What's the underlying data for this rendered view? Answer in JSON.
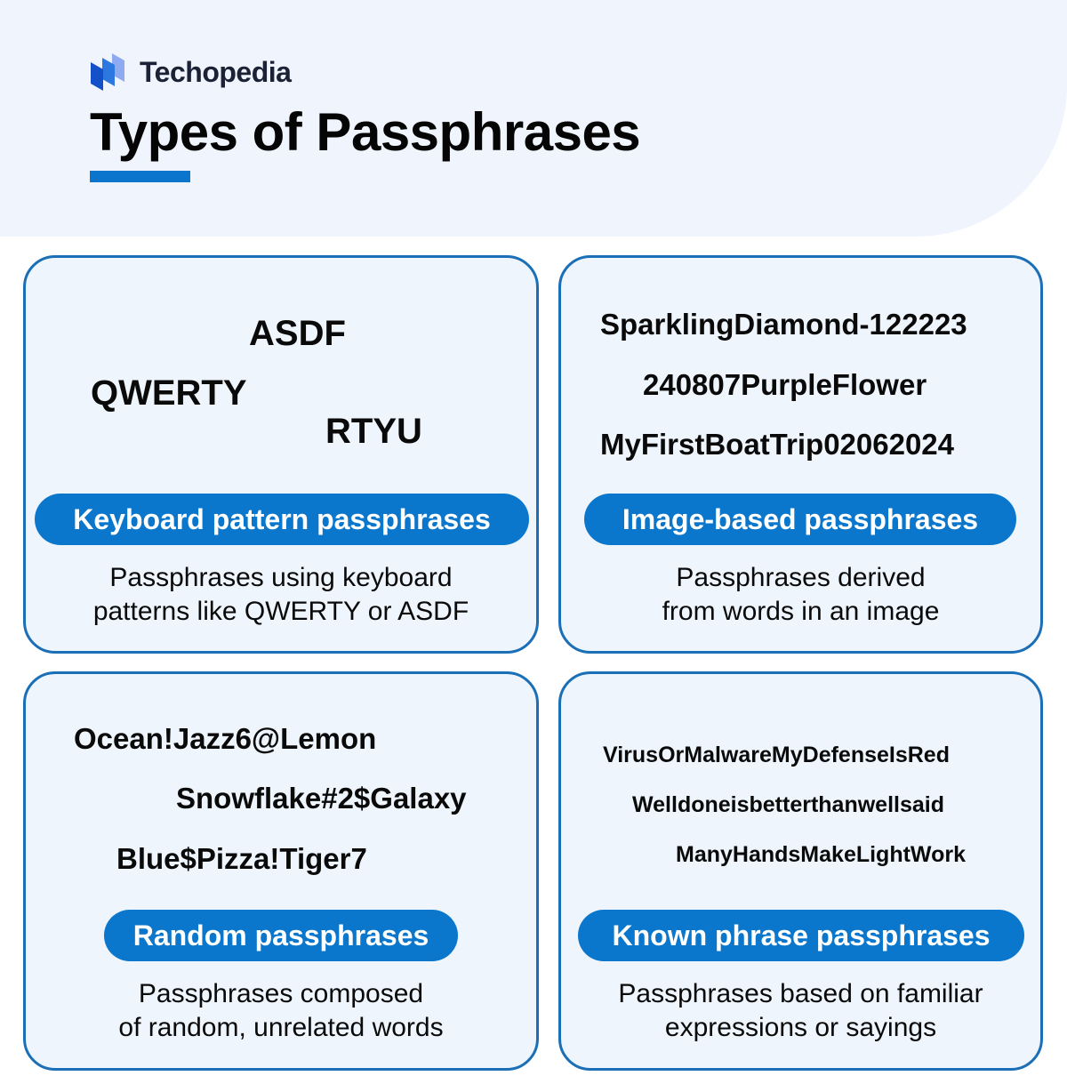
{
  "brand": {
    "name": "Techopedia",
    "logo_colors": [
      "#1450c8",
      "#2d77e0",
      "#8eaaf0"
    ]
  },
  "header": {
    "title": "Types of Passphrases"
  },
  "colors": {
    "accent": "#0a77cc",
    "card_border": "#1b6fb6",
    "card_fill": "#eff5fd",
    "header_fill": "#eff4fd",
    "text": "#0a0a0a"
  },
  "cards": [
    {
      "label": "Keyboard pattern passphrases",
      "description_lines": [
        "Passphrases using keyboard",
        "patterns like QWERTY or ASDF"
      ],
      "examples": [
        "ASDF",
        "QWERTY",
        "RTYU"
      ]
    },
    {
      "label": "Image-based passphrases",
      "description_lines": [
        "Passphrases derived",
        "from words in an image"
      ],
      "examples": [
        "SparklingDiamond-122223",
        "240807PurpleFlower",
        "MyFirstBoatTrip02062024"
      ]
    },
    {
      "label": "Random passphrases",
      "description_lines": [
        "Passphrases composed",
        "of random, unrelated words"
      ],
      "examples": [
        "Ocean!Jazz6@Lemon",
        "Snowflake#2$Galaxy",
        "Blue$Pizza!Tiger7"
      ]
    },
    {
      "label": "Known phrase passphrases",
      "description_lines": [
        "Passphrases based on familiar",
        "expressions or sayings"
      ],
      "examples": [
        "VirusOrMalwareMyDefenseIsRed",
        "Welldoneisbetterthanwellsaid",
        "ManyHandsMakeLightWork"
      ]
    }
  ]
}
